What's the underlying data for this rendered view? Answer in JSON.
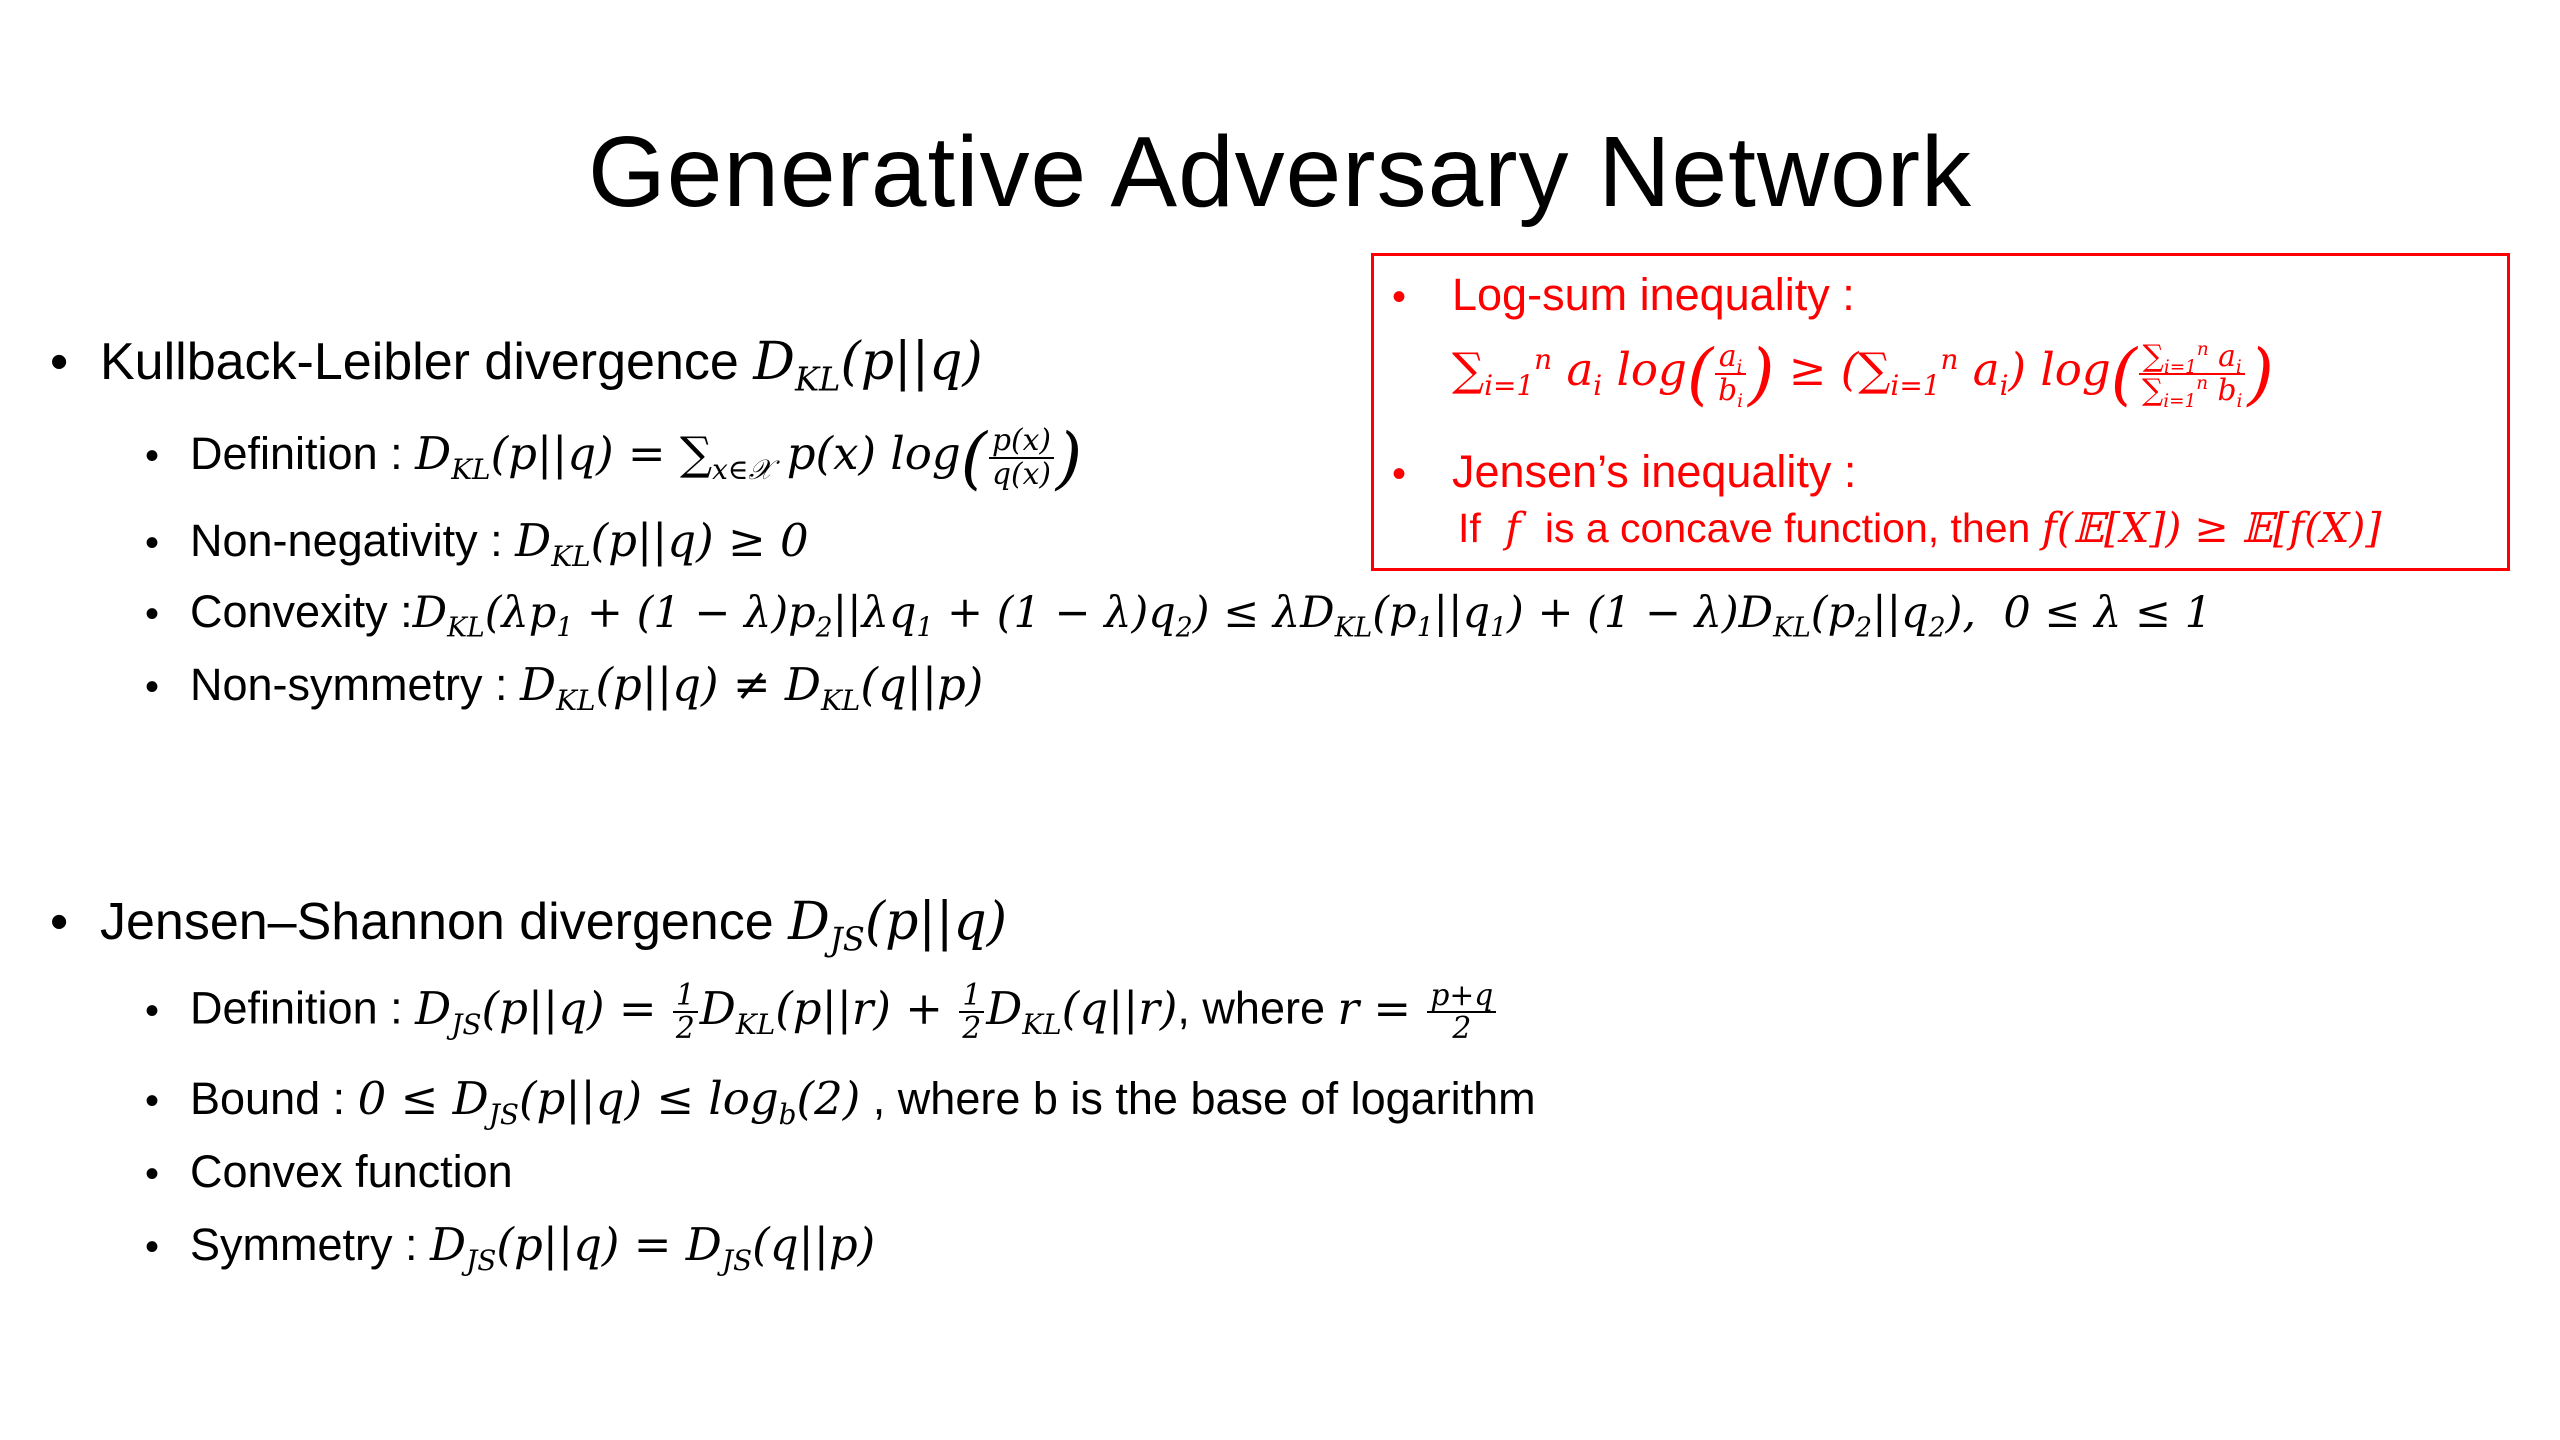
{
  "title": "Generative Adversary Network",
  "kl": {
    "heading": "Kullback-Leibler divergence",
    "definition_label": "Definition :",
    "nonneg_label": "Non-negativity :",
    "convexity_label": "Convexity :",
    "nonsym_label": "Non-symmetry :"
  },
  "js": {
    "heading": "Jensen–Shannon divergence",
    "definition_label": "Definition :",
    "where1": ", where",
    "bound_label": "Bound :",
    "bound_text": ", where b is the base of logarithm",
    "convex_label": "Convex function",
    "symmetry_label": "Symmetry :"
  },
  "box": {
    "border_color": "#ff0000",
    "logsum_label": "Log-sum inequality :",
    "jensen_label": "Jensen’s inequality :",
    "jensen_text_1": "If",
    "jensen_text_2": "is a concave function, then"
  }
}
